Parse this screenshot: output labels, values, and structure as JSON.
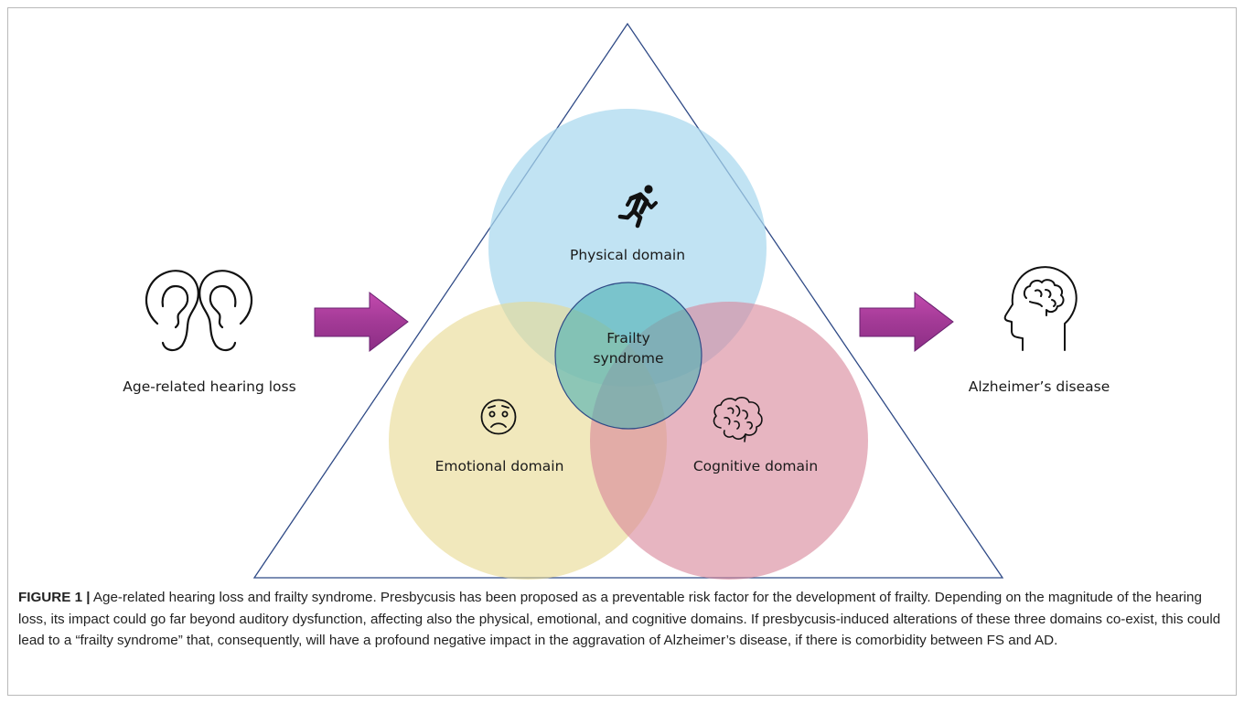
{
  "diagram": {
    "left_label": "Age-related hearing loss",
    "right_label": "Alzheimer’s disease",
    "center_label_line1": "Frailty",
    "center_label_line2": "syndrome",
    "physical_label": "Physical domain",
    "emotional_label": "Emotional domain",
    "cognitive_label": "Cognitive domain",
    "colors": {
      "physical_circle": "#a9d8ef",
      "emotional_circle": "#ecdfa2",
      "cognitive_circle": "#e2a2b0",
      "frailty_circle": "#57b7b7",
      "arrow": "#b0409c",
      "triangle_stroke": "#2f4a86"
    },
    "icons": [
      "ear-icon",
      "running-person-icon",
      "sad-face-icon",
      "brain-icon",
      "head-brain-icon",
      "right-arrow-icon"
    ]
  },
  "caption": {
    "label": "FIGURE 1 |",
    "text": " Age-related hearing loss and frailty syndrome. Presbycusis has been proposed as a preventable risk factor for the development of frailty. Depending on the magnitude of the hearing loss, its impact could go far beyond auditory dysfunction, affecting also the physical, emotional, and cognitive domains. If presbycusis-induced alterations of these three domains co-exist, this could lead to a “frailty syndrome” that, consequently, will have a profound negative impact in the aggravation of Alzheimer’s disease, if there is comorbidity between FS and AD."
  }
}
